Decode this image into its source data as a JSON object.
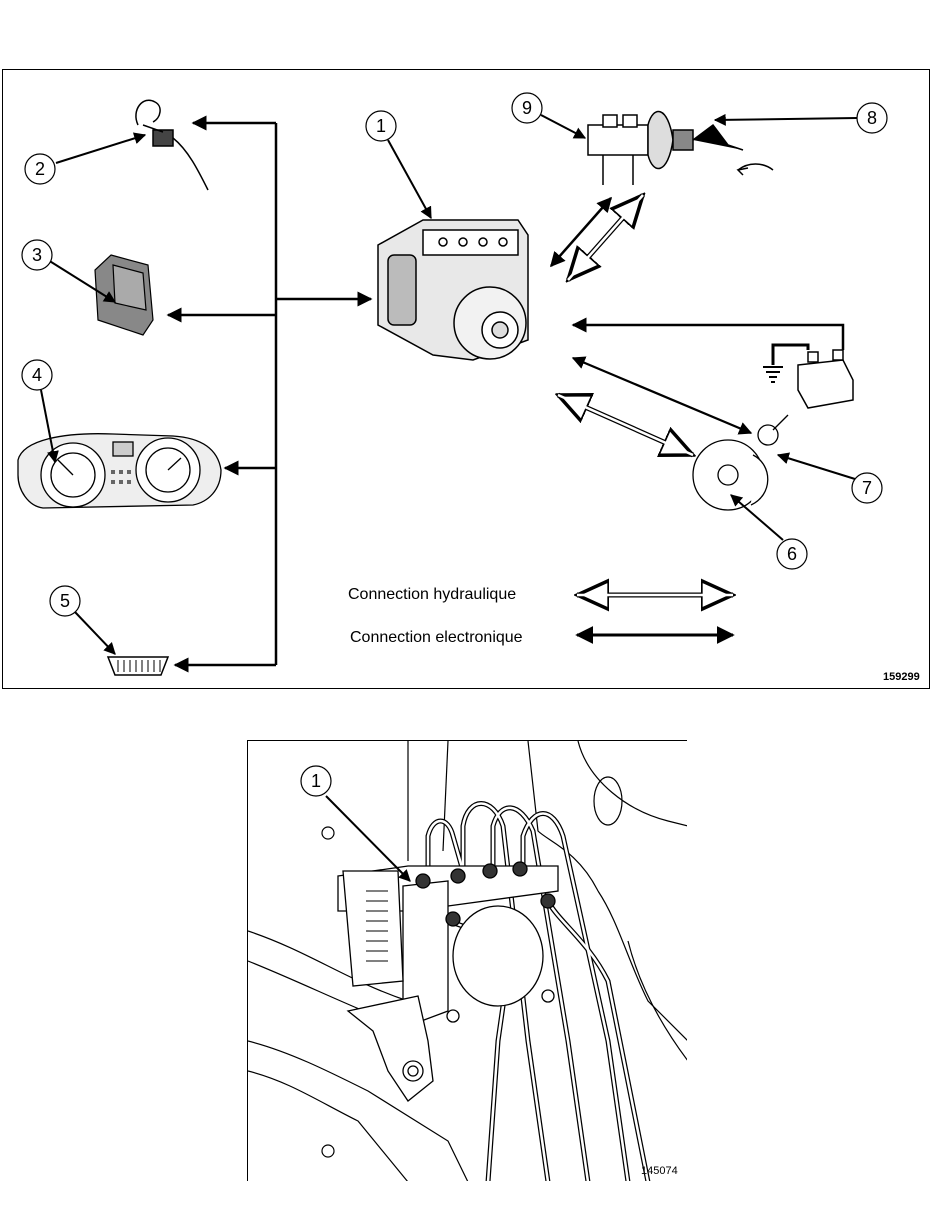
{
  "top_diagram": {
    "reference": "159299",
    "callouts": [
      "1",
      "2",
      "3",
      "4",
      "5",
      "6",
      "7",
      "8",
      "9"
    ],
    "legend": {
      "hydraulic_label": "Connection hydraulique",
      "electronic_label": "Connection electronique"
    }
  },
  "bottom_diagram": {
    "reference": "145074",
    "callouts": [
      "1"
    ]
  }
}
